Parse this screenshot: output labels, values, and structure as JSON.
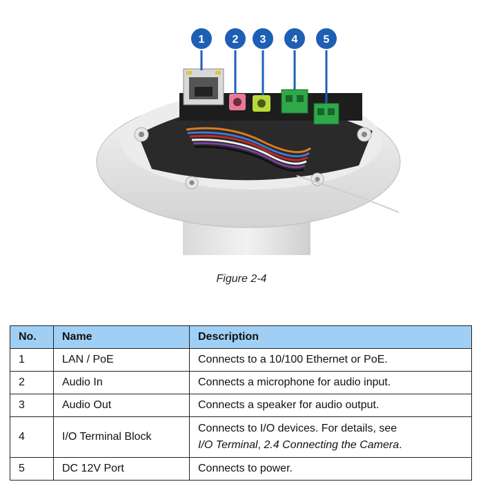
{
  "figure": {
    "callouts": [
      "1",
      "2",
      "3",
      "4",
      "5"
    ],
    "caption": "Figure 2-4"
  },
  "colors": {
    "callout_fill": "#1e5fb4",
    "header_bg": "#9fcff5",
    "audio_in_jack": "#e8799a",
    "audio_out_jack": "#b8d93e",
    "terminal_block": "#2fa84a"
  },
  "table": {
    "headers": {
      "no": "No.",
      "name": "Name",
      "description": "Description"
    },
    "rows": [
      {
        "no": "1",
        "name": "LAN / PoE",
        "description": "Connects to a 10/100 Ethernet or PoE."
      },
      {
        "no": "2",
        "name": "Audio In",
        "description": "Connects a microphone for audio input."
      },
      {
        "no": "3",
        "name": "Audio Out",
        "description": "Connects a speaker for audio output."
      },
      {
        "no": "4",
        "name": "I/O Terminal Block",
        "description_line1": "Connects to I/O devices. For details, see",
        "description_ref1": "I/O Terminal",
        "description_sep": ", ",
        "description_ref2": "2.4 Connecting the Camera",
        "description_end": "."
      },
      {
        "no": "5",
        "name": "DC 12V Port",
        "description": "Connects to power."
      }
    ]
  }
}
